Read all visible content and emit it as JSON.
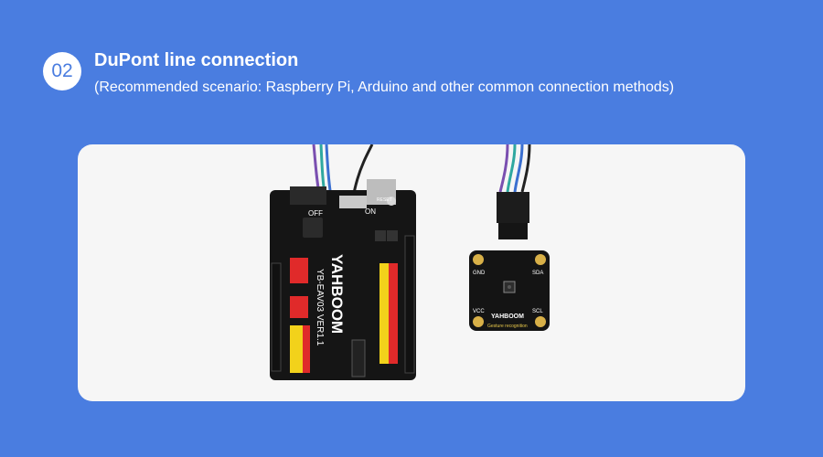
{
  "section": {
    "number": "02",
    "title": "DuPont line connection",
    "subtitle": "(Recommended scenario: Raspberry Pi, Arduino and other common connection methods)"
  },
  "photo": {
    "board_brand": "YAHBOOM",
    "board_model": "YB-EAV03 VER1.1",
    "switch_off": "OFF",
    "switch_on": "ON",
    "reset_label": "RESET",
    "sensor_brand": "YAHBOOM",
    "sensor_name": "Gesture recognition",
    "sensor_pins": {
      "gnd": "GND",
      "sda": "SDA",
      "vcc": "VCC",
      "scl": "SCL"
    },
    "wire_colors": [
      "#7a4fb0",
      "#2fa8a0",
      "#3a6fd0",
      "#222222"
    ]
  }
}
